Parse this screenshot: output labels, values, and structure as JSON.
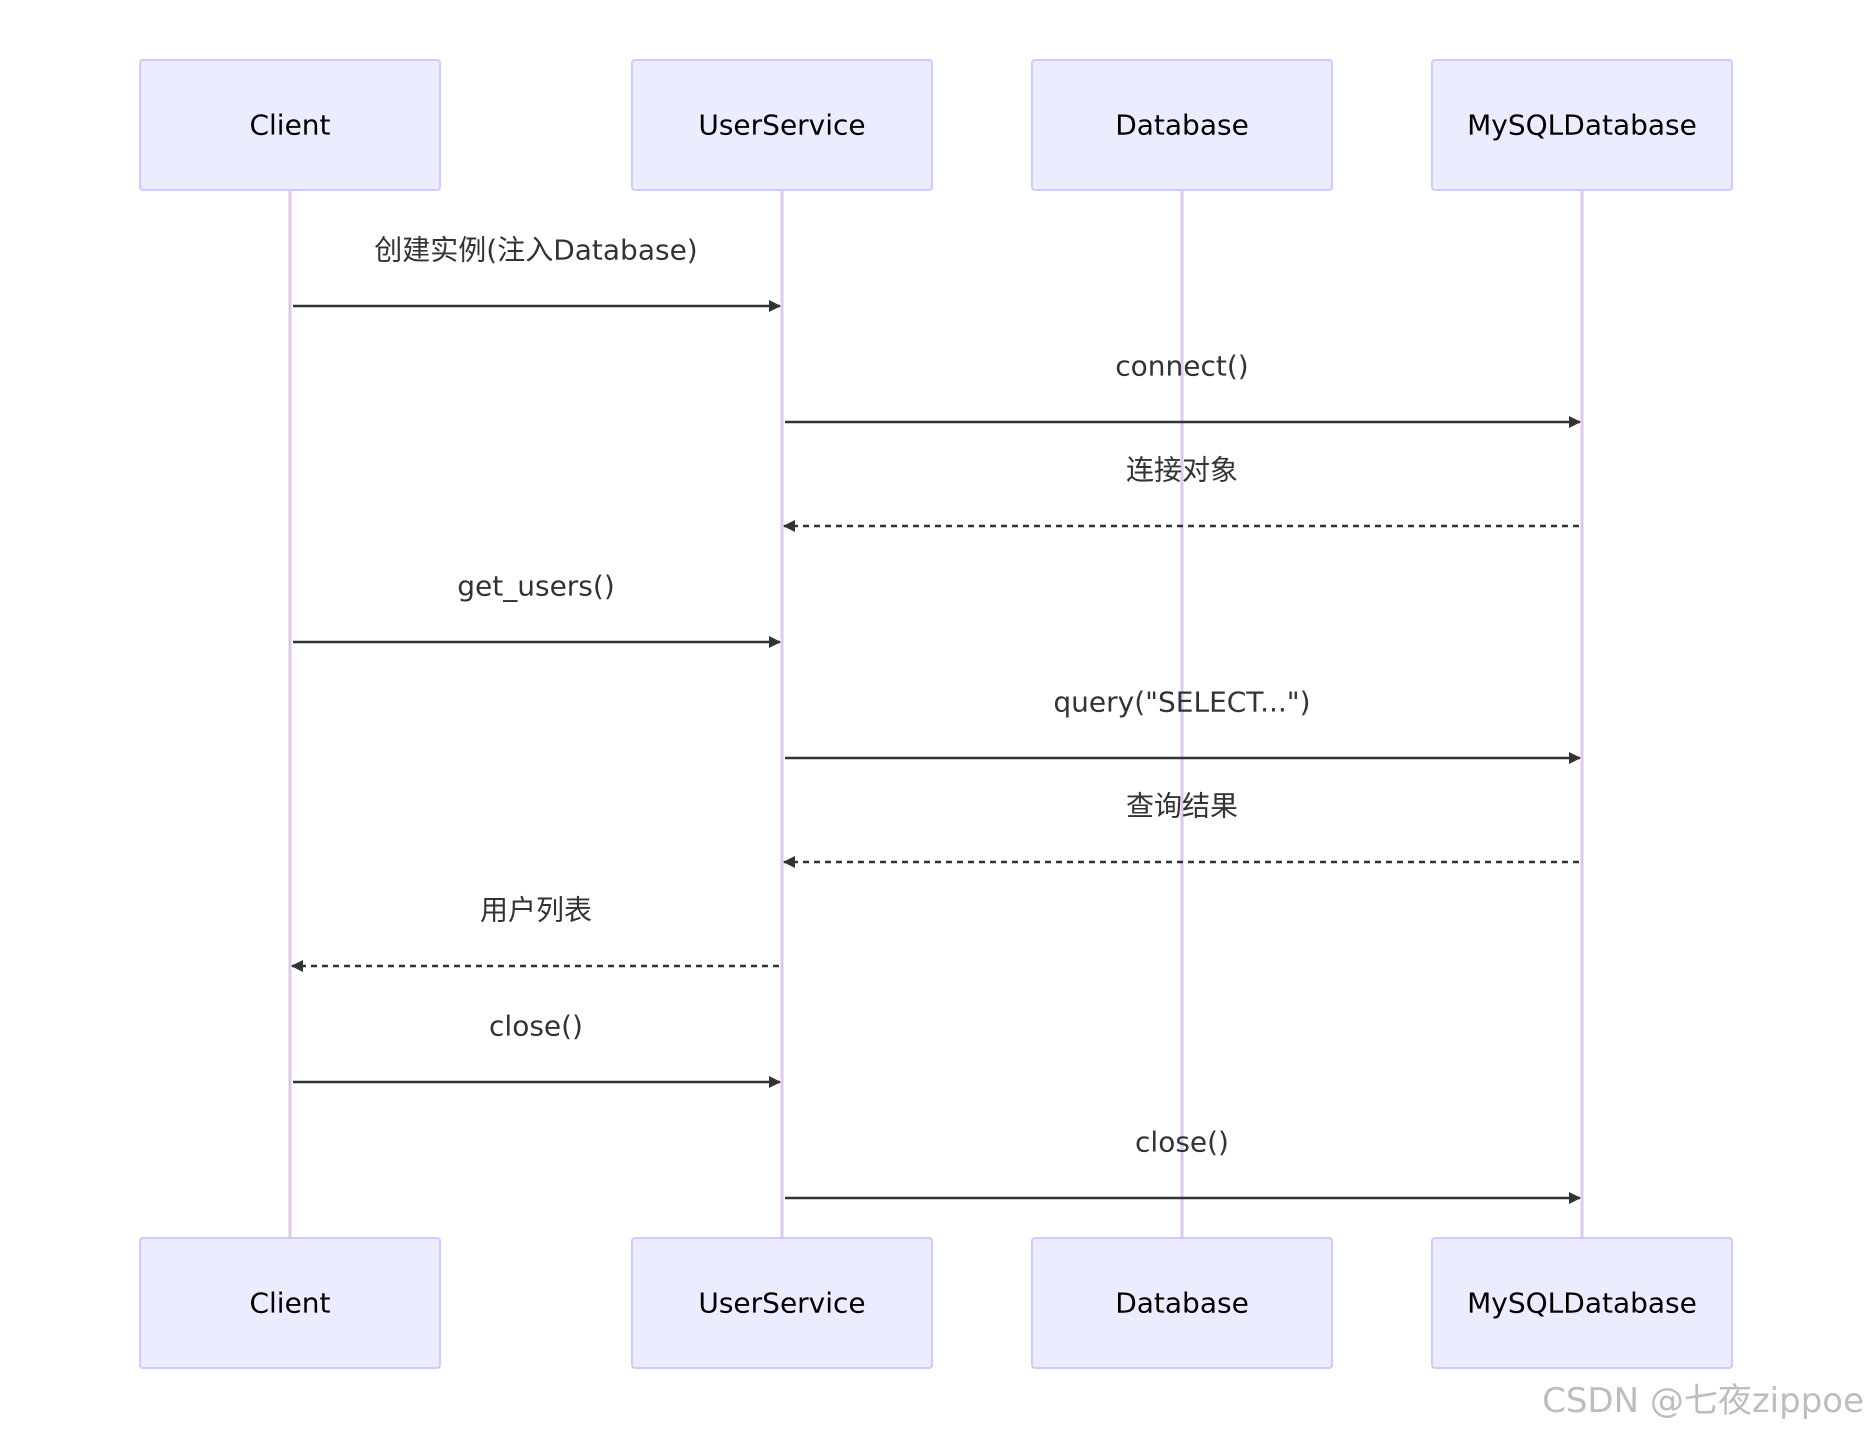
{
  "participants": [
    {
      "id": "client",
      "label": "Client"
    },
    {
      "id": "userservice",
      "label": "UserService"
    },
    {
      "id": "database",
      "label": "Database"
    },
    {
      "id": "mysql",
      "label": "MySQLDatabase"
    }
  ],
  "messages": [
    {
      "from": "client",
      "to": "userservice",
      "label": "创建实例(注入Database)",
      "style": "solid"
    },
    {
      "from": "userservice",
      "to": "mysql",
      "label": "connect()",
      "style": "solid"
    },
    {
      "from": "mysql",
      "to": "userservice",
      "label": "连接对象",
      "style": "dashed"
    },
    {
      "from": "client",
      "to": "userservice",
      "label": "get_users()",
      "style": "solid"
    },
    {
      "from": "userservice",
      "to": "mysql",
      "label": "query(\"SELECT...\")",
      "style": "solid"
    },
    {
      "from": "mysql",
      "to": "userservice",
      "label": "查询结果",
      "style": "dashed"
    },
    {
      "from": "userservice",
      "to": "client",
      "label": "用户列表",
      "style": "dashed"
    },
    {
      "from": "client",
      "to": "userservice",
      "label": "close()",
      "style": "solid"
    },
    {
      "from": "userservice",
      "to": "mysql",
      "label": "close()",
      "style": "solid"
    }
  ],
  "watermark": "CSDN @七夜zippoe",
  "colors": {
    "actor_fill": "#ECECFF",
    "actor_stroke": "#CCCCFF",
    "lifeline": "#DCC9EE",
    "message": "#333333"
  }
}
